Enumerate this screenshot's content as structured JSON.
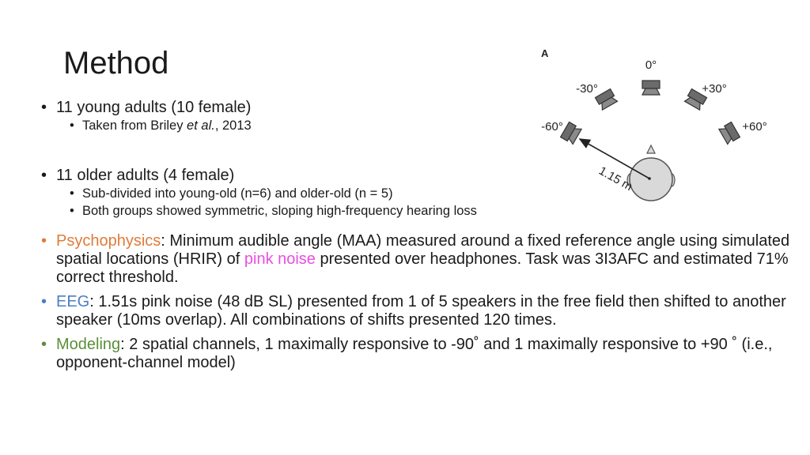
{
  "slide": {
    "title": "Method",
    "young": {
      "text": "11 young adults (10 female)",
      "sub_prefix": "Taken from Briley ",
      "sub_italic": "et al.",
      "sub_suffix": ", 2013"
    },
    "older": {
      "text": "11 older adults (4 female)",
      "sub1": "Sub-divided into young-old (n=6) and older-old (n = 5)",
      "sub2": "Both groups showed symmetric, sloping high-frequency hearing loss"
    },
    "psychophysics": {
      "label": "Psychophysics",
      "text1": ": Minimum audible angle (MAA) measured around a fixed reference angle using simulated spatial locations (HRIR) of ",
      "highlight": "pink noise",
      "text2": " presented over headphones. Task was 3I3AFC and estimated 71% correct threshold."
    },
    "eeg": {
      "label": "EEG",
      "text": ": 1.51s pink noise (48 dB SL) presented from 1 of 5 speakers in the free field then shifted to another speaker (10ms overlap). All combinations of shifts presented 120 times."
    },
    "modeling": {
      "label": "Modeling",
      "text": ": 2 spatial channels, 1 maximally responsive to -90˚ and 1 maximally responsive to +90 ˚ (i.e., opponent-channel model)"
    }
  },
  "figure": {
    "panel_label": "A",
    "angles": [
      "-60°",
      "-30°",
      "0°",
      "+30°",
      "+60°"
    ],
    "distance_label": "1.15 m"
  },
  "colors": {
    "psychophysics": "#e07b39",
    "eeg": "#4a7fc1",
    "modeling": "#5a8f3a",
    "pink_noise": "#e84fe0"
  }
}
